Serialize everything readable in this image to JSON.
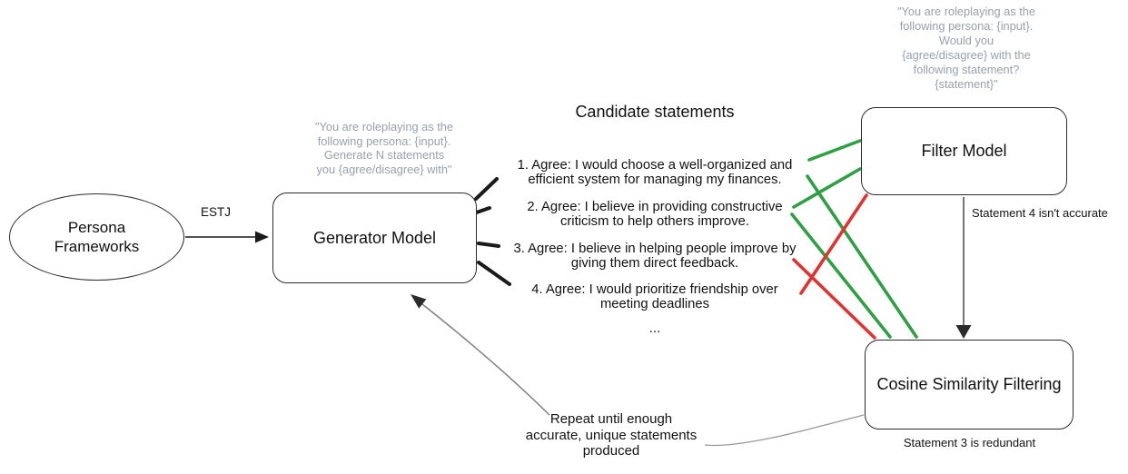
{
  "diagram": {
    "persona_node": {
      "lines": [
        "Persona",
        "Frameworks"
      ]
    },
    "estj_label": "ESTJ",
    "generator_node": {
      "label": "Generator Model"
    },
    "generator_prompt_lines": [
      "\"You are roleplaying as the",
      "following persona: {input}.",
      "Generate N statements",
      "you {agree/disagree} with\""
    ],
    "filter_node": {
      "label": "Filter Model"
    },
    "filter_prompt_lines": [
      "\"You are roleplaying as the",
      "following persona: {input}.",
      "Would you",
      "{agree/disagree} with the",
      "following statement?",
      "{statement}\""
    ],
    "cosine_node": {
      "label": "Cosine Similarity Filtering"
    },
    "filter_note": "Statement 4 isn't accurate",
    "cosine_note": "Statement 3 is redundant",
    "candidates": {
      "title": "Candidate statements",
      "items": [
        {
          "lines": [
            "1. Agree: I would choose a well-organized and",
            "efficient system for managing my finances."
          ]
        },
        {
          "lines": [
            "2. Agree: I believe in providing constructive",
            "criticism to help others improve."
          ]
        },
        {
          "lines": [
            "3. Agree: I believe in helping people improve by",
            "giving them direct feedback."
          ]
        },
        {
          "lines": [
            "4. Agree: I would prioritize friendship over",
            "meeting deadlines"
          ]
        }
      ],
      "ellipsis": "..."
    },
    "repeat_note_lines": [
      "Repeat until enough",
      "accurate, unique statements",
      "produced"
    ],
    "colors": {
      "accept_green": "#2ea044",
      "reject_red": "#e23230",
      "prompt_gray": "#98a1aa"
    }
  }
}
